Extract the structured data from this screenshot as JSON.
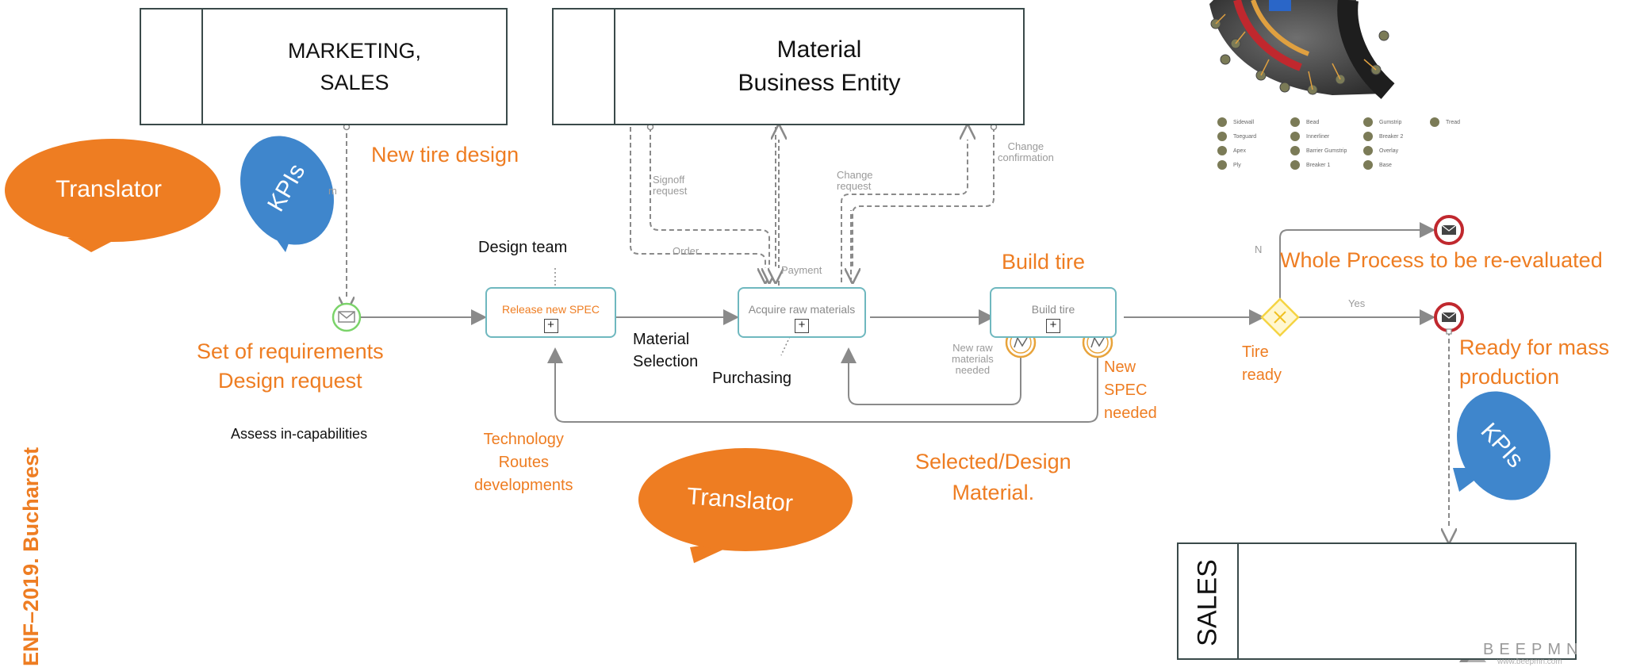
{
  "side_label": "ENF–2019. Bucharest",
  "pools": {
    "marketing": "MARKETING,\nSALES",
    "material": "Material\nBusiness Entity",
    "sales": "SALES"
  },
  "tasks": {
    "release": "Release new SPEC",
    "acquire": "Acquire raw materials",
    "build": "Build tire"
  },
  "labels": {
    "new_tire_design": "New tire design",
    "design_team": "Design team",
    "build_tire_title": "Build tire",
    "whole_process": "Whole Process to be re-evaluated",
    "set_requirements": "Set of requirements\nDesign request",
    "assess": "Assess in-capabilities",
    "material_selection": "Material\nSelection",
    "purchasing": "Purchasing",
    "technology_routes": "Technology\nRoutes\ndevelopments",
    "selected_design": "Selected/Design\nMaterial.",
    "new_spec_needed": "New\nSPEC\nneeded",
    "tire_ready": "Tire\nready",
    "ready_mass": "Ready for mass\nproduction"
  },
  "flow_labels": {
    "signoff": "Signoff\nrequest",
    "order": "Order",
    "payment": "Payment",
    "change_request": "Change\nrequest",
    "change_confirmation": "Change\nconfirmation",
    "new_raw": "New raw\nmaterials\nneeded",
    "n": "N",
    "yes": "Yes",
    "m": "m"
  },
  "bubbles": {
    "translator_1": "Translator",
    "translator_2": "Translator",
    "kpis_1": "KPIs",
    "kpis_2": "KPIs"
  },
  "legend": [
    "Sidewall",
    "Bead",
    "Gumstrip",
    "Tread",
    "Toeguard",
    "Innerliner",
    "Breaker 2",
    "Apex",
    "Barrier Gumstrip",
    "Overlay",
    "Ply",
    "Breaker 1",
    "Base"
  ],
  "watermark": {
    "brand": "BEEPMN",
    "url": "www.beepmn.com"
  },
  "colors": {
    "accent_orange": "#ee7d22",
    "kpi_blue": "#3f86cc",
    "task_border": "#6fb8bf",
    "end_event": "#c0282e",
    "start_event": "#7bd36a",
    "gateway": "#f5d443"
  }
}
